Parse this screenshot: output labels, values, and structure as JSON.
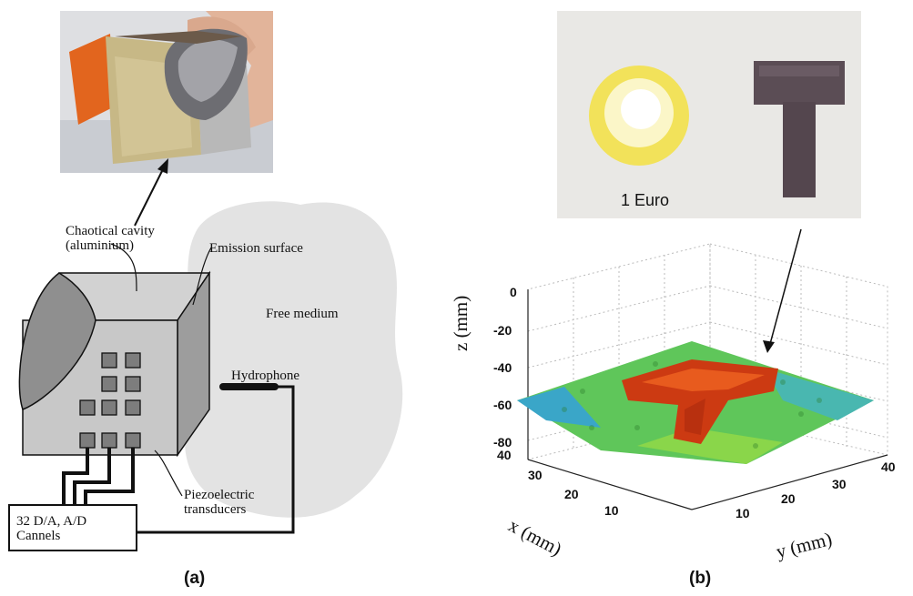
{
  "panel_a": {
    "label": "(a)",
    "cavity_label_line1": "Chaotical cavity",
    "cavity_label_line2": "(aluminium)",
    "emission_label": "Emission surface",
    "free_medium_label": "Free medium",
    "hydrophone_label": "Hydrophone",
    "piezo_label_line1": "Piezoelectric",
    "piezo_label_line2": "transducers",
    "electronics_line1": "32 D/A, A/D",
    "electronics_line2": "Cannels"
  },
  "panel_b": {
    "label": "(b)",
    "coin_label": "1 Euro",
    "z_axis_label": "z (mm)",
    "x_axis_label": "x (mm)",
    "y_axis_label": "y (mm)",
    "z_ticks": [
      "0",
      "-20",
      "-40",
      "-60",
      "-80"
    ],
    "x_ticks": [
      "40",
      "30",
      "20",
      "10"
    ],
    "y_ticks": [
      "10",
      "20",
      "30",
      "40"
    ]
  },
  "colors": {
    "cavity_front": "#c8c8c8",
    "cavity_side": "#9a9a9a",
    "free_medium": "#e2e2e2",
    "surface_low": "#2f9ad0",
    "surface_mid": "#7fd040",
    "surface_high": "#d63a10"
  }
}
